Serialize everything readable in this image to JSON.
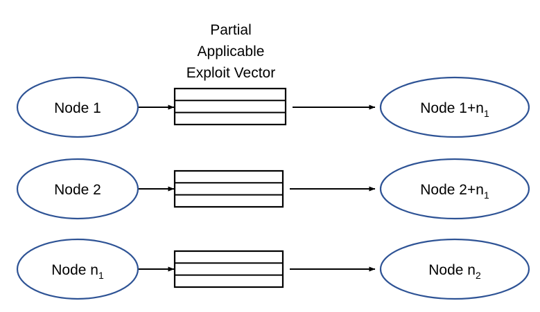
{
  "diagram": {
    "title_lines": [
      "Partial",
      "Applicable",
      "Exploit Vector"
    ],
    "background_color": "#ffffff",
    "ellipse_stroke_color": "#2e5395",
    "box_stroke_color": "#000000",
    "arrow_color": "#000000",
    "rows": [
      {
        "source": {
          "text": "Node 1",
          "base": "Node 1",
          "subscript": ""
        },
        "vector": {
          "cells": 3,
          "label": ""
        },
        "target": {
          "base": "Node 1+n",
          "subscript": "1"
        }
      },
      {
        "source": {
          "text": "Node 2",
          "base": "Node 2",
          "subscript": ""
        },
        "vector": {
          "cells": 3,
          "label": ""
        },
        "target": {
          "base": "Node 2+n",
          "subscript": "1"
        }
      },
      {
        "source": {
          "text": "Node n",
          "base": "Node n",
          "subscript": "1"
        },
        "vector": {
          "cells": 3,
          "label": ""
        },
        "target": {
          "base": "Node n",
          "subscript": "2"
        }
      }
    ]
  }
}
